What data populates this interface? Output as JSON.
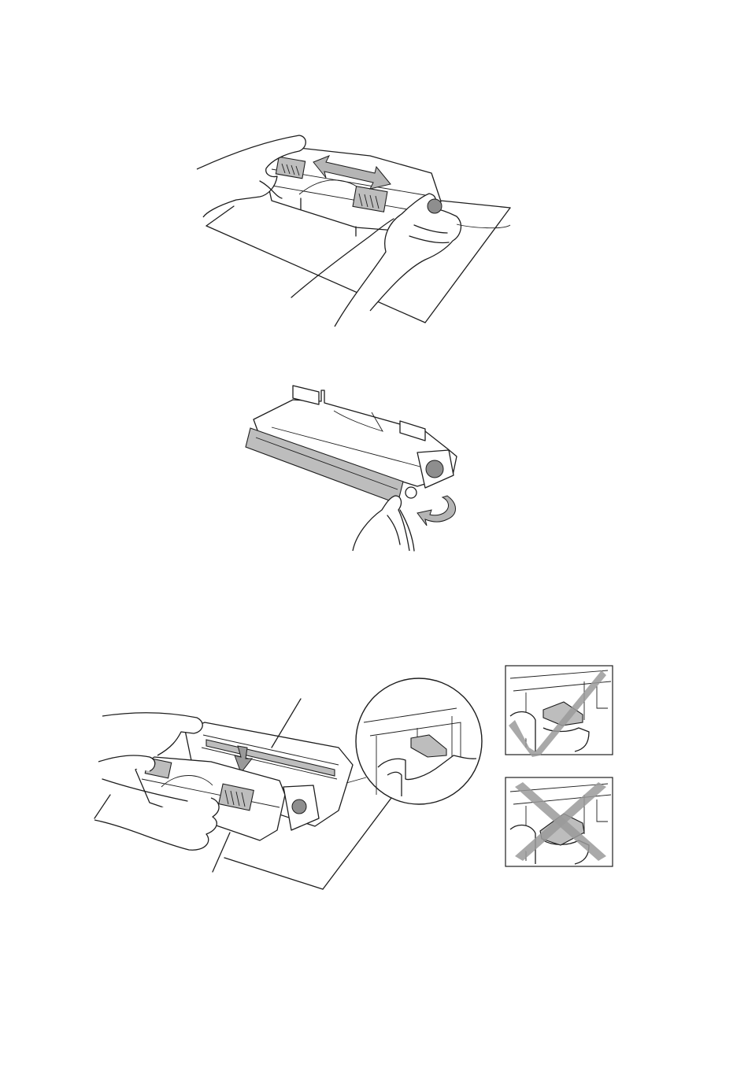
{
  "page": {
    "figures": [
      {
        "id": "shake-toner-cartridge"
      },
      {
        "id": "remove-protective-cover"
      },
      {
        "id": "insert-toner-into-drum"
      },
      {
        "id": "lever-correct-position",
        "mark": "check-icon"
      },
      {
        "id": "lever-incorrect-position",
        "mark": "cross-icon"
      }
    ],
    "colors": {
      "line": "#1e1e1e",
      "shade": "#bdbdbd",
      "mark": "#9a9a9a",
      "paper": "#ffffff"
    }
  }
}
